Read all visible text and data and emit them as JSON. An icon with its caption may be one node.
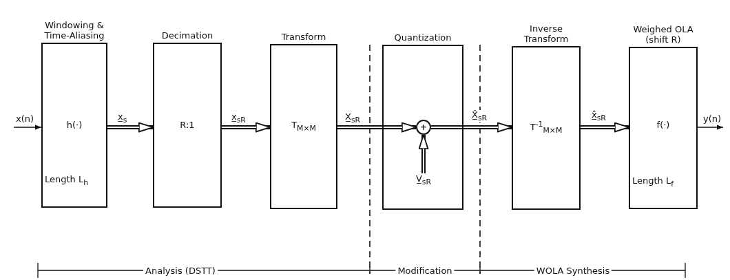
{
  "diagram": {
    "nodes": [
      {
        "text": [
          "Windowing & Time-Aliasing",
          "h(·)",
          "Length L$_{h}$"
        ]
      },
      {
        "text": [
          "Decimation",
          "R:1"
        ]
      },
      {
        "text": [
          "Transform",
          "T$_{M×M}$"
        ]
      },
      {
        "text": [
          "Quantization"
        ]
      },
      {
        "text": [
          "+"
        ],
        "in": 3
      },
      {
        "text": [
          "V̲$_{sR}$"
        ],
        "in": 3
      },
      {
        "text": [
          "Inverse Transform",
          "T$^{-1}$$_{M×M}$"
        ]
      },
      {
        "text": [
          "Weighed OLA (shift R)",
          "f(·)",
          "Length L$_{f}$"
        ]
      }
    ],
    "edges": [
      {
        "from": null,
        "to": 0,
        "arrow": "to",
        "label": "x(n)"
      },
      {
        "from": 0,
        "to": 1,
        "arrow": "to",
        "label": "x̲$_{s}$"
      },
      {
        "from": 1,
        "to": 2,
        "arrow": "to",
        "label": "x̲$_{sR}$"
      },
      {
        "from": 2,
        "to": 4,
        "arrow": "to",
        "label": "X̲$_{sR}$"
      },
      {
        "from": 5,
        "to": 4,
        "arrow": "to"
      },
      {
        "from": 4,
        "to": 6,
        "arrow": "to",
        "label": "X̲̂$_{sR}$"
      },
      {
        "from": 6,
        "to": 7,
        "arrow": "to",
        "label": "x̲̂$_{sR}$"
      },
      {
        "from": 7,
        "to": null,
        "arrow": "to",
        "label": "y(n)"
      }
    ],
    "labels": [
      "Analysis (DSTT)",
      "Modification",
      "WOLA Synthesis"
    ]
  }
}
